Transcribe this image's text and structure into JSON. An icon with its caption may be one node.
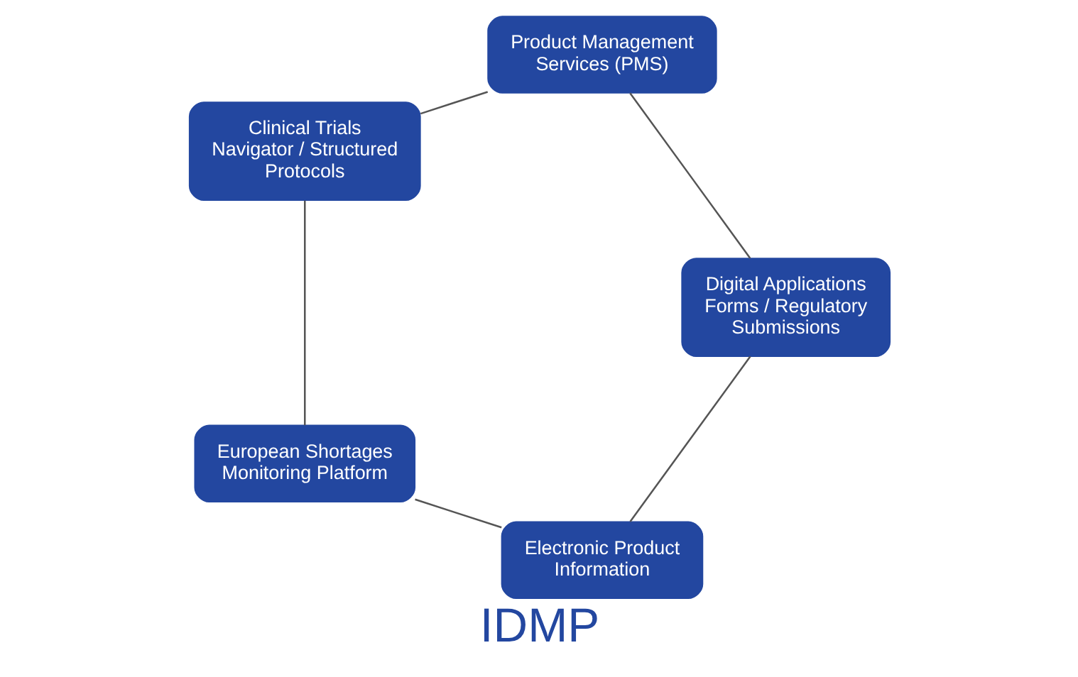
{
  "diagram": {
    "title": "IDMP",
    "nodes": [
      {
        "text": [
          "Electronic Product Information"
        ]
      },
      {
        "text": [
          "Digital Applications Forms / Regulatory Submissions"
        ]
      },
      {
        "text": [
          "European Shortages Monitoring Platform"
        ]
      },
      {
        "text": [
          "Product Management Services (PMS)"
        ]
      },
      {
        "text": [
          "Clinical Trials Navigator / Structured Protocols"
        ]
      }
    ],
    "edges": [
      {
        "from": 0,
        "to": 2,
        "arrow": "none"
      },
      {
        "from": 2,
        "to": 4,
        "arrow": "none"
      },
      {
        "from": 4,
        "to": 3,
        "arrow": "none"
      },
      {
        "from": 3,
        "to": 1,
        "arrow": "none"
      },
      {
        "from": 1,
        "to": 0,
        "arrow": "none"
      }
    ]
  }
}
